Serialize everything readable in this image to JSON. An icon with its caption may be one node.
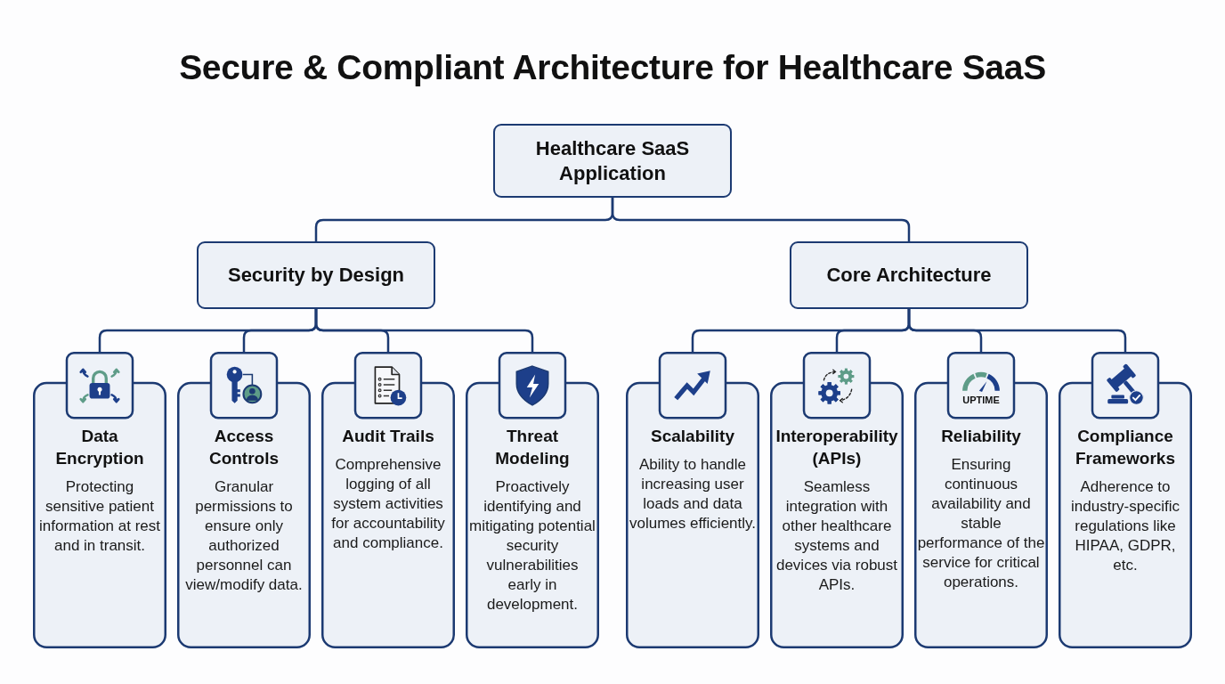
{
  "diagram": {
    "title": "Secure & Compliant Architecture for Healthcare SaaS",
    "nodes": [
      {
        "text": [
          "Healthcare SaaS Application"
        ]
      },
      {
        "text": [
          "Security by Design"
        ]
      },
      {
        "text": [
          "Core Architecture"
        ]
      },
      {
        "text": [
          "Data Encryption",
          "Protecting sensitive patient information at rest and in transit."
        ]
      },
      {
        "text": [
          "Access Controls",
          "Granular permissions to ensure only authorized personnel can view/modify data."
        ]
      },
      {
        "text": [
          "Audit Trails",
          "Comprehensive logging of all system activities for accountability and compliance."
        ]
      },
      {
        "text": [
          "Threat Modeling",
          "Proactively identifying and mitigating potential security vulnerabilities early in development."
        ]
      },
      {
        "text": [
          "Scalability",
          "Ability to handle increasing user loads and data volumes efficiently."
        ]
      },
      {
        "text": [
          "Interoperability (APIs)",
          "Seamless integration with other healthcare systems and devices via robust APIs."
        ]
      },
      {
        "text": [
          "Reliability",
          "Ensuring continuous availability and stable performance of the service for critical operations."
        ]
      },
      {
        "text": [
          "Compliance Frameworks",
          "Adherence to industry-specific regulations like HIPAA, GDPR, etc."
        ]
      }
    ],
    "edges": [
      {
        "from": 0,
        "to": 1,
        "arrow": "none"
      },
      {
        "from": 0,
        "to": 2,
        "arrow": "none"
      },
      {
        "from": 1,
        "to": 3,
        "arrow": "none"
      },
      {
        "from": 1,
        "to": 4,
        "arrow": "none"
      },
      {
        "from": 1,
        "to": 5,
        "arrow": "none"
      },
      {
        "from": 1,
        "to": 6,
        "arrow": "none"
      },
      {
        "from": 2,
        "to": 7,
        "arrow": "none"
      },
      {
        "from": 2,
        "to": 8,
        "arrow": "none"
      },
      {
        "from": 2,
        "to": 9,
        "arrow": "none"
      },
      {
        "from": 2,
        "to": 10,
        "arrow": "none"
      }
    ],
    "labels": [
      "UPTIME"
    ]
  }
}
